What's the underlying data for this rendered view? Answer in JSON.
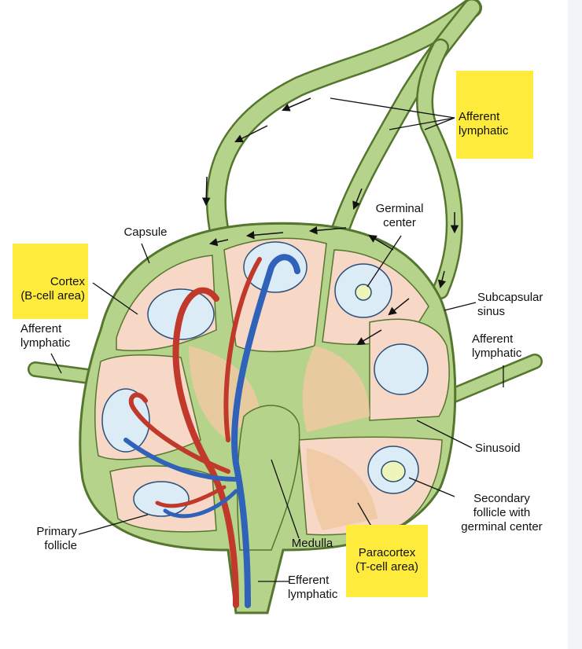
{
  "labels": {
    "afferent_top": [
      "Afferent",
      "lymphatic"
    ],
    "germinal_center": [
      "Germinal",
      "center"
    ],
    "capsule": [
      "Capsule"
    ],
    "cortex": [
      "Cortex",
      "(B-cell area)"
    ],
    "afferent_left": [
      "Afferent",
      "lymphatic"
    ],
    "subcapsular_sinus": [
      "Subcapsular",
      "sinus"
    ],
    "afferent_right": [
      "Afferent",
      "lymphatic"
    ],
    "sinusoid": [
      "Sinusoid"
    ],
    "secondary_follicle": [
      "Secondary",
      "follicle with",
      "germinal center"
    ],
    "primary_follicle": [
      "Primary",
      "follicle"
    ],
    "medulla": [
      "Medulla"
    ],
    "paracortex": [
      "Paracortex",
      "(T-cell area)"
    ],
    "efferent": [
      "Efferent",
      "lymphatic"
    ]
  },
  "colors": {
    "lymph_vessel": "#b5d38b",
    "vessel_outline": "#55762e",
    "cortex_tissue": "#f7d7c6",
    "paracortex_tissue": "#f0c9a2",
    "follicle": "#dcecf7",
    "germinal": "#eef5b8",
    "artery": "#c0392b",
    "vein": "#2f62b8",
    "highlight": "#ffeb3b"
  }
}
